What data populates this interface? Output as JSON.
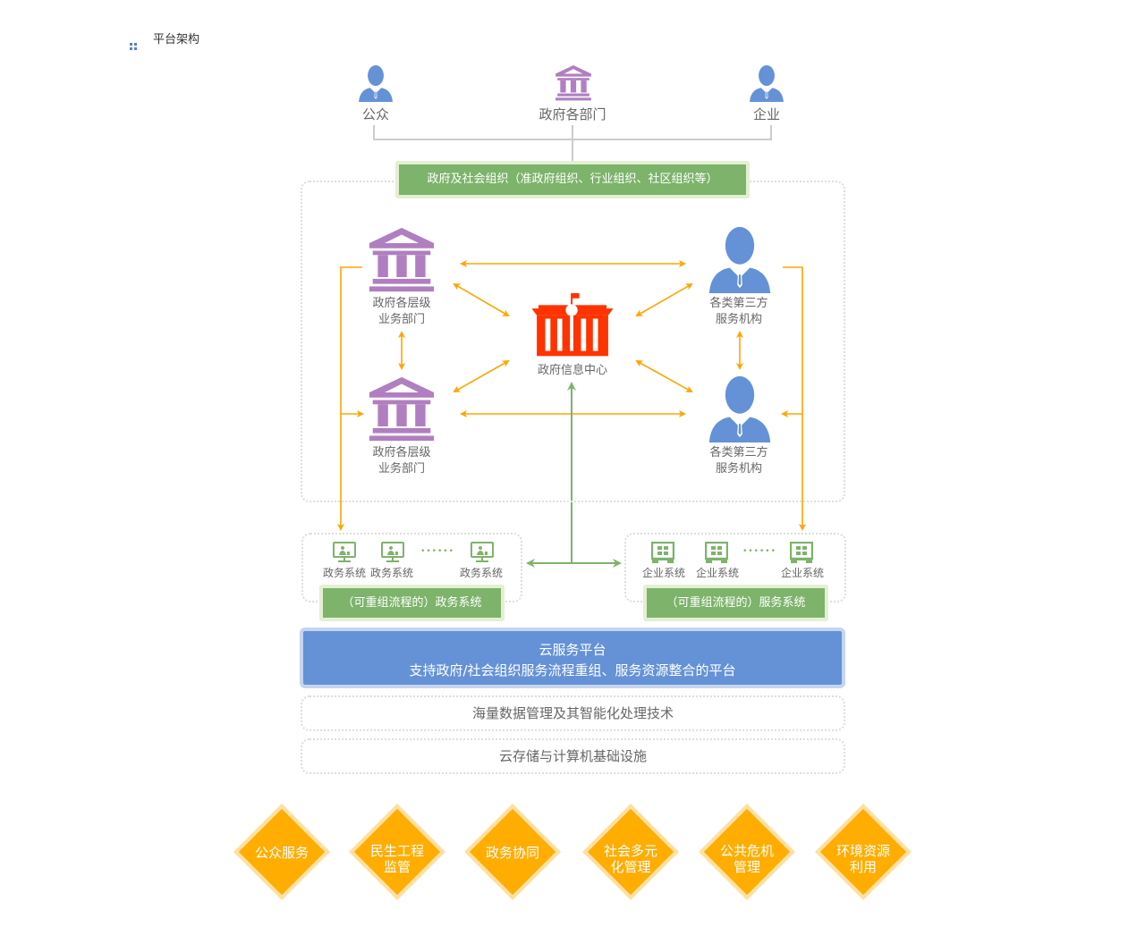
{
  "header": {
    "title": "平台架构",
    "icon": "grid-icon"
  },
  "top_actors": [
    {
      "label": "公众",
      "icon": "person-icon"
    },
    {
      "label": "政府各部门",
      "icon": "bank-icon"
    },
    {
      "label": "企业",
      "icon": "person-icon"
    }
  ],
  "org_banner": "政府及社会组织（准政府组织、行业组织、社区组织等）",
  "core": {
    "dept_top": [
      "政府各层级",
      "业务部门"
    ],
    "dept_bottom": [
      "政府各层级",
      "业务部门"
    ],
    "center": "政府信息中心",
    "third_top": [
      "各类第三方",
      "服务机构"
    ],
    "third_bottom": [
      "各类第三方",
      "服务机构"
    ]
  },
  "gov_systems": {
    "items": [
      "政务系统",
      "政务系统",
      "政务系统"
    ],
    "dots": "••••••",
    "label": "（可重组流程的）政务系统"
  },
  "ent_systems": {
    "items": [
      "企业系统",
      "企业系统",
      "企业系统"
    ],
    "dots": "••••••",
    "label": "（可重组流程的）服务系统"
  },
  "cloud": {
    "line1": "云服务平台",
    "line2": "支持政府/社会组织服务流程重组、服务资源整合的平台"
  },
  "layers": [
    "海量数据管理及其智能化处理技术",
    "云存储与计算机基础设施"
  ],
  "applications": [
    [
      "公众服务"
    ],
    [
      "民生工程",
      "监管"
    ],
    [
      "政务协同"
    ],
    [
      "社会多元",
      "化管理"
    ],
    [
      "公共危机",
      "管理"
    ],
    [
      "环境资源",
      "利用"
    ]
  ],
  "colors": {
    "green": "#7db36b",
    "blue": "#6592d6",
    "purple": "#b07fc0",
    "orange": "#ffa500",
    "red": "#ff3300"
  }
}
